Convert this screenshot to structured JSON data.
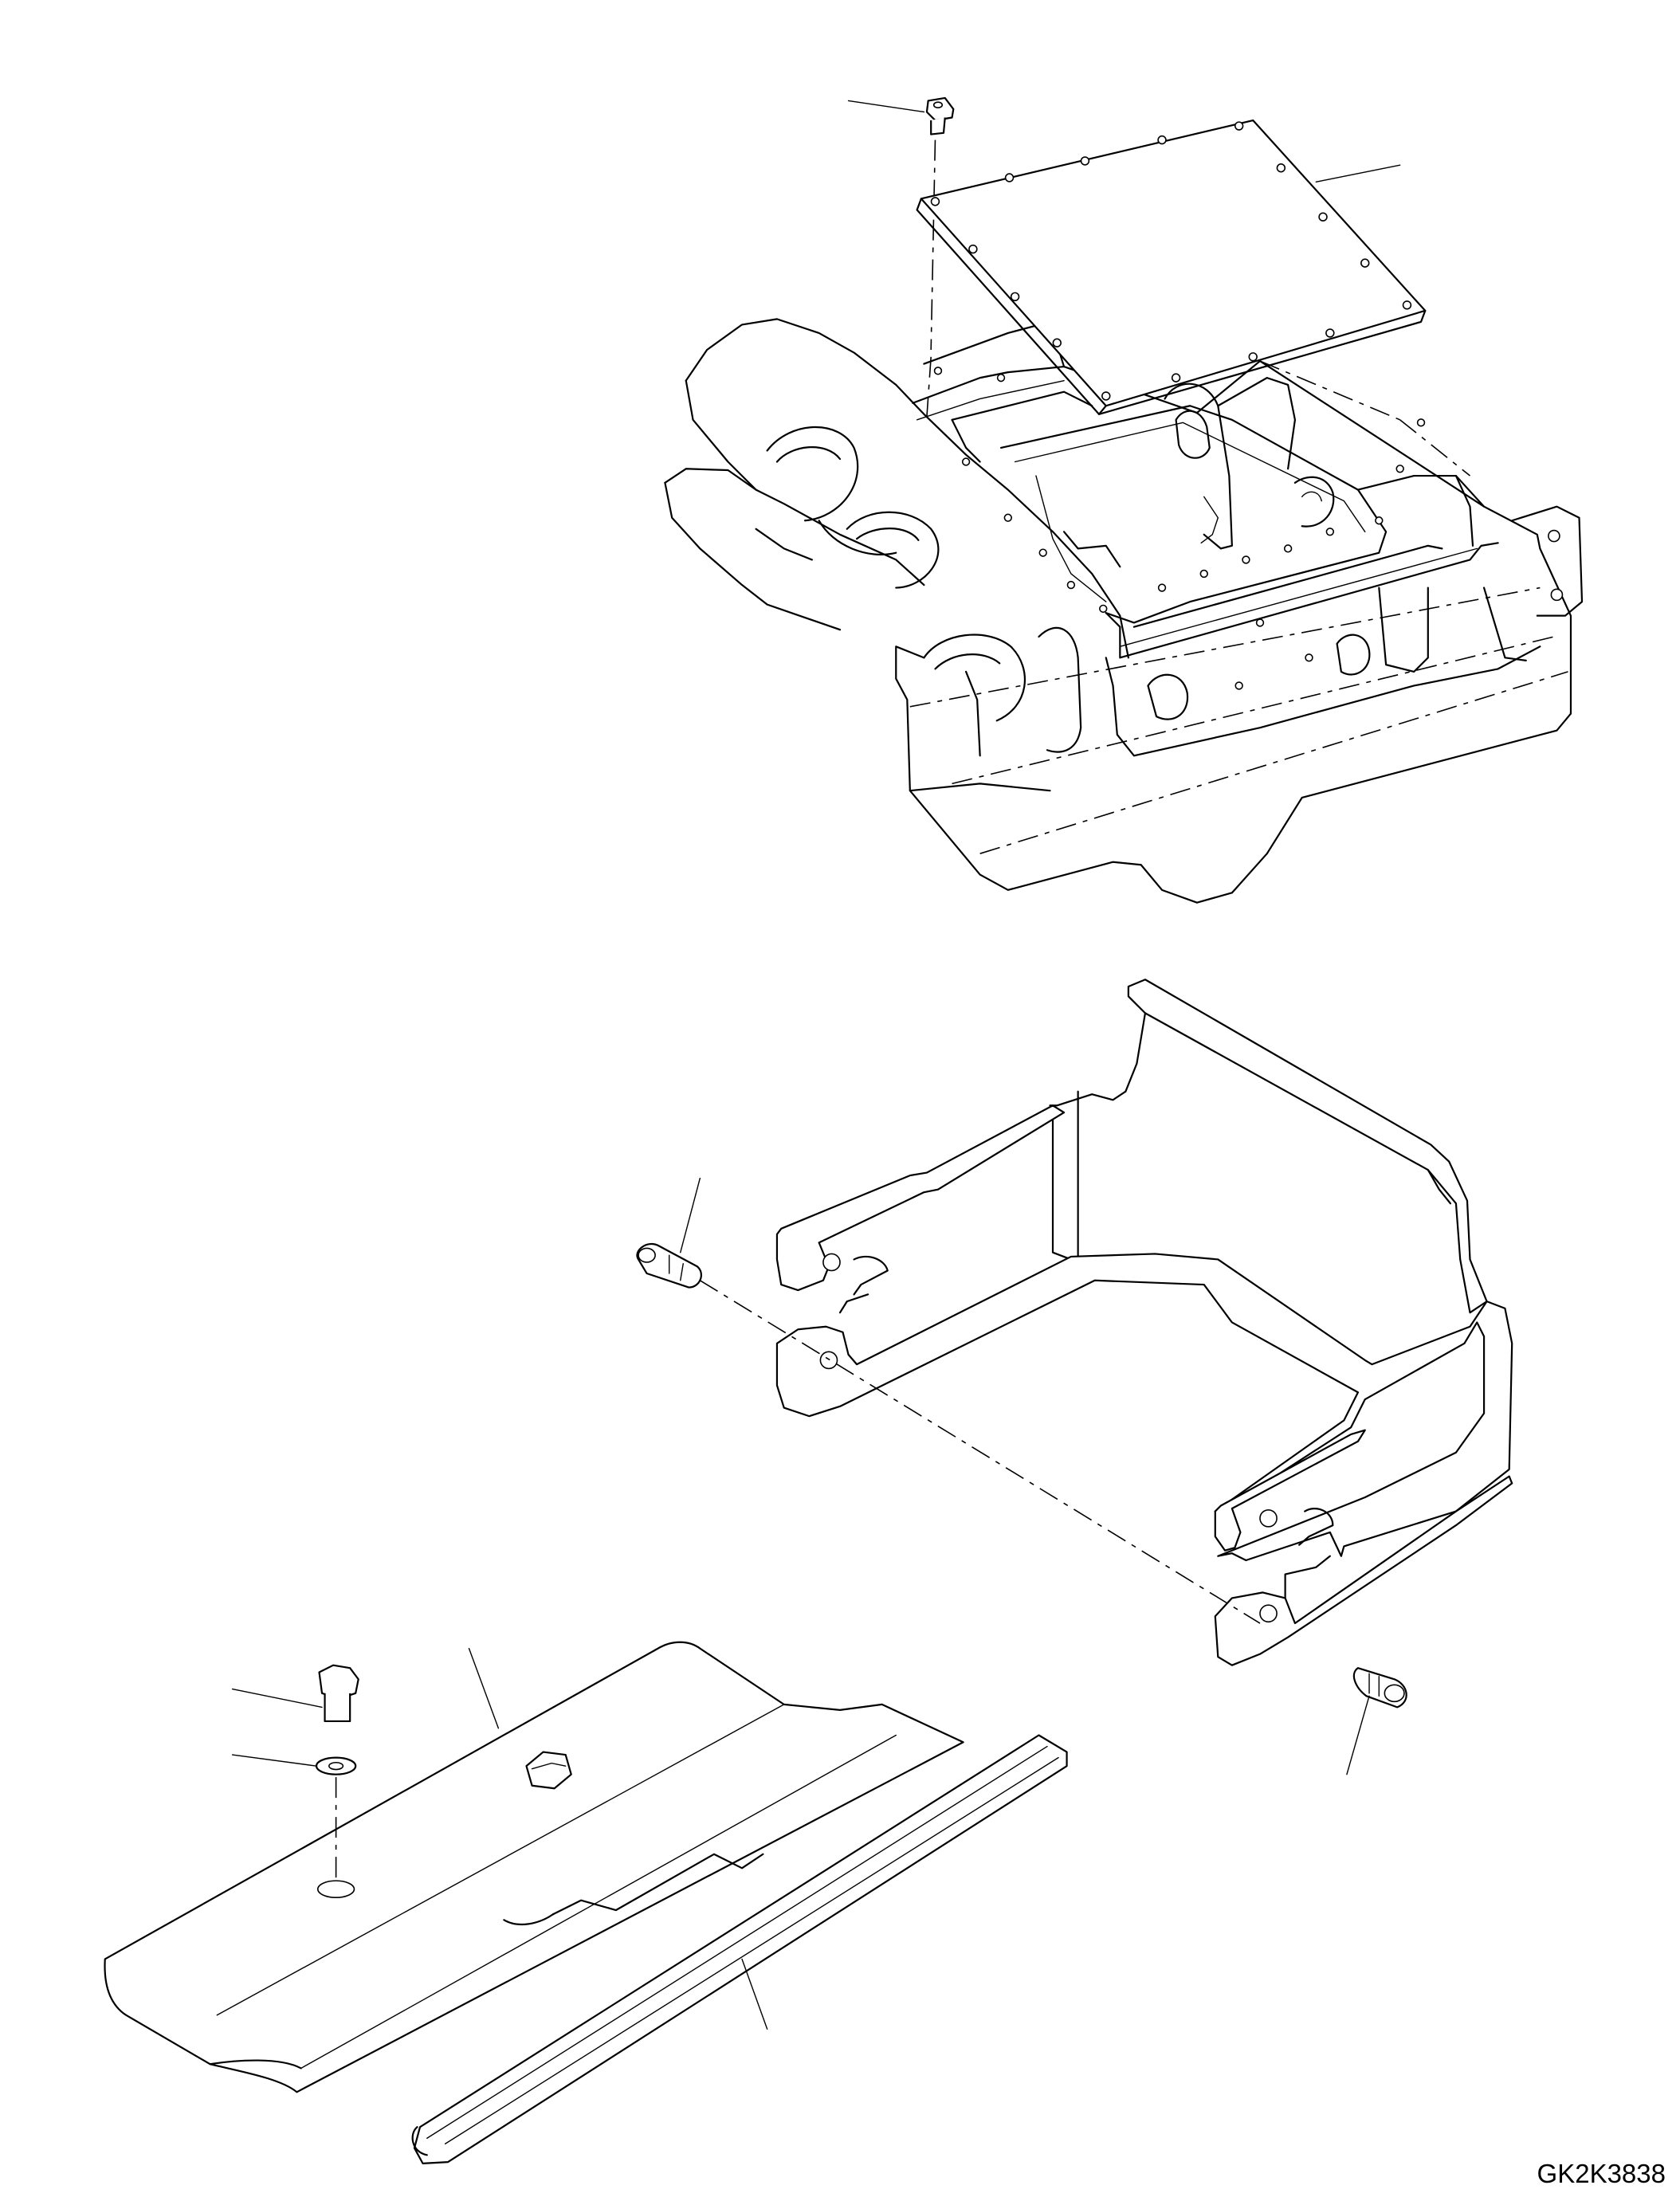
{
  "figure": {
    "code": "GK2K3838"
  },
  "parts": [
    {
      "icon": "inspection-cover-plate"
    },
    {
      "icon": "cover-mounting-bolt"
    },
    {
      "icon": "track-frame"
    },
    {
      "icon": "bracket-guard"
    },
    {
      "icon": "guard-mounting-bolt-left"
    },
    {
      "icon": "guard-mounting-bolt-right"
    },
    {
      "icon": "step-plate"
    },
    {
      "icon": "hex-bolt"
    },
    {
      "icon": "washer"
    },
    {
      "icon": "rubber-edge-strip"
    }
  ]
}
